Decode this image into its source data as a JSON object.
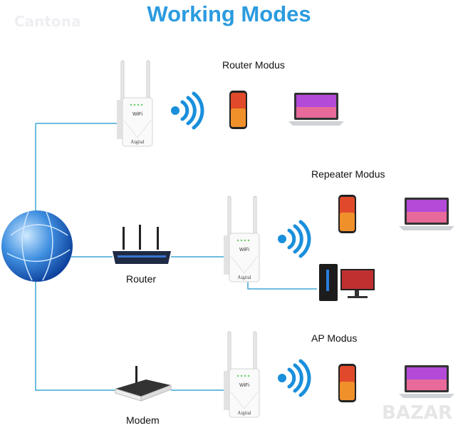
{
  "title": "Working Modes",
  "watermark_top": "Cantona",
  "watermark_bottom": "BAZAR",
  "modes": {
    "router": "Router Modus",
    "repeater": "Repeater Modus",
    "ap": "AP Modus"
  },
  "devices": {
    "router": "Router",
    "modem": "Modem",
    "extender_brand": "Aigital"
  },
  "colors": {
    "title": "#2b9be0",
    "line": "#3fa7d6",
    "wifi": "#1a8fdc"
  }
}
